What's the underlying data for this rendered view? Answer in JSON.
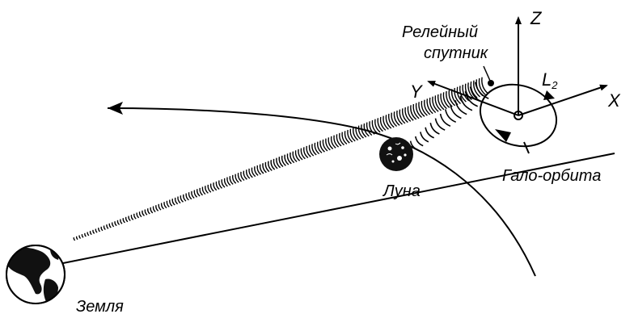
{
  "labels": {
    "relay_line1": "Релейный",
    "relay_line2": "спутник",
    "axis_z": "Z",
    "axis_y": "Y",
    "axis_x": "X",
    "l2": "L",
    "l2_sub": "2",
    "halo_orbit": "Гало-орбита",
    "moon": "Луна",
    "earth": "Земля"
  },
  "colors": {
    "ink": "#000000",
    "background": "#ffffff"
  },
  "icons": {
    "earth": "earth-globe-icon",
    "moon": "moon-disc-icon"
  }
}
